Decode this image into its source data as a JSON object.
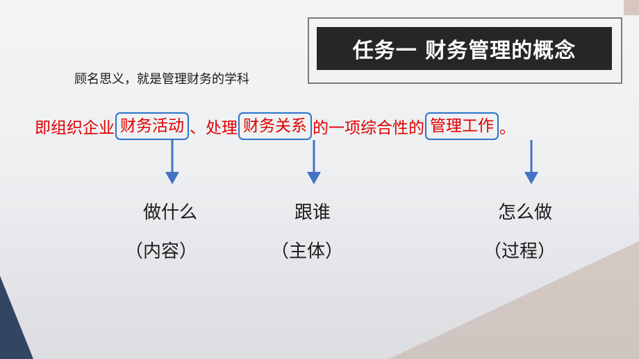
{
  "title": "任务一 财务管理的概念",
  "subtitle": "顾名思义，就是管理财务的学科",
  "definition": {
    "prefix": "即组织企业",
    "term1": "财务活动",
    "sep1": "、处理",
    "term2": "财务关系",
    "sep2": "的一项综合性的",
    "term3": "管理工作",
    "suffix": "。"
  },
  "columns": [
    {
      "question": "做什么",
      "answer": "（内容）"
    },
    {
      "question": "跟谁",
      "answer": "（主体）"
    },
    {
      "question": "怎么做",
      "answer": "（过程）"
    }
  ],
  "colors": {
    "definition_text": "#e00000",
    "highlight_border": "#2a74c8",
    "arrow": "#4472c4",
    "title_bar": "#262626"
  }
}
